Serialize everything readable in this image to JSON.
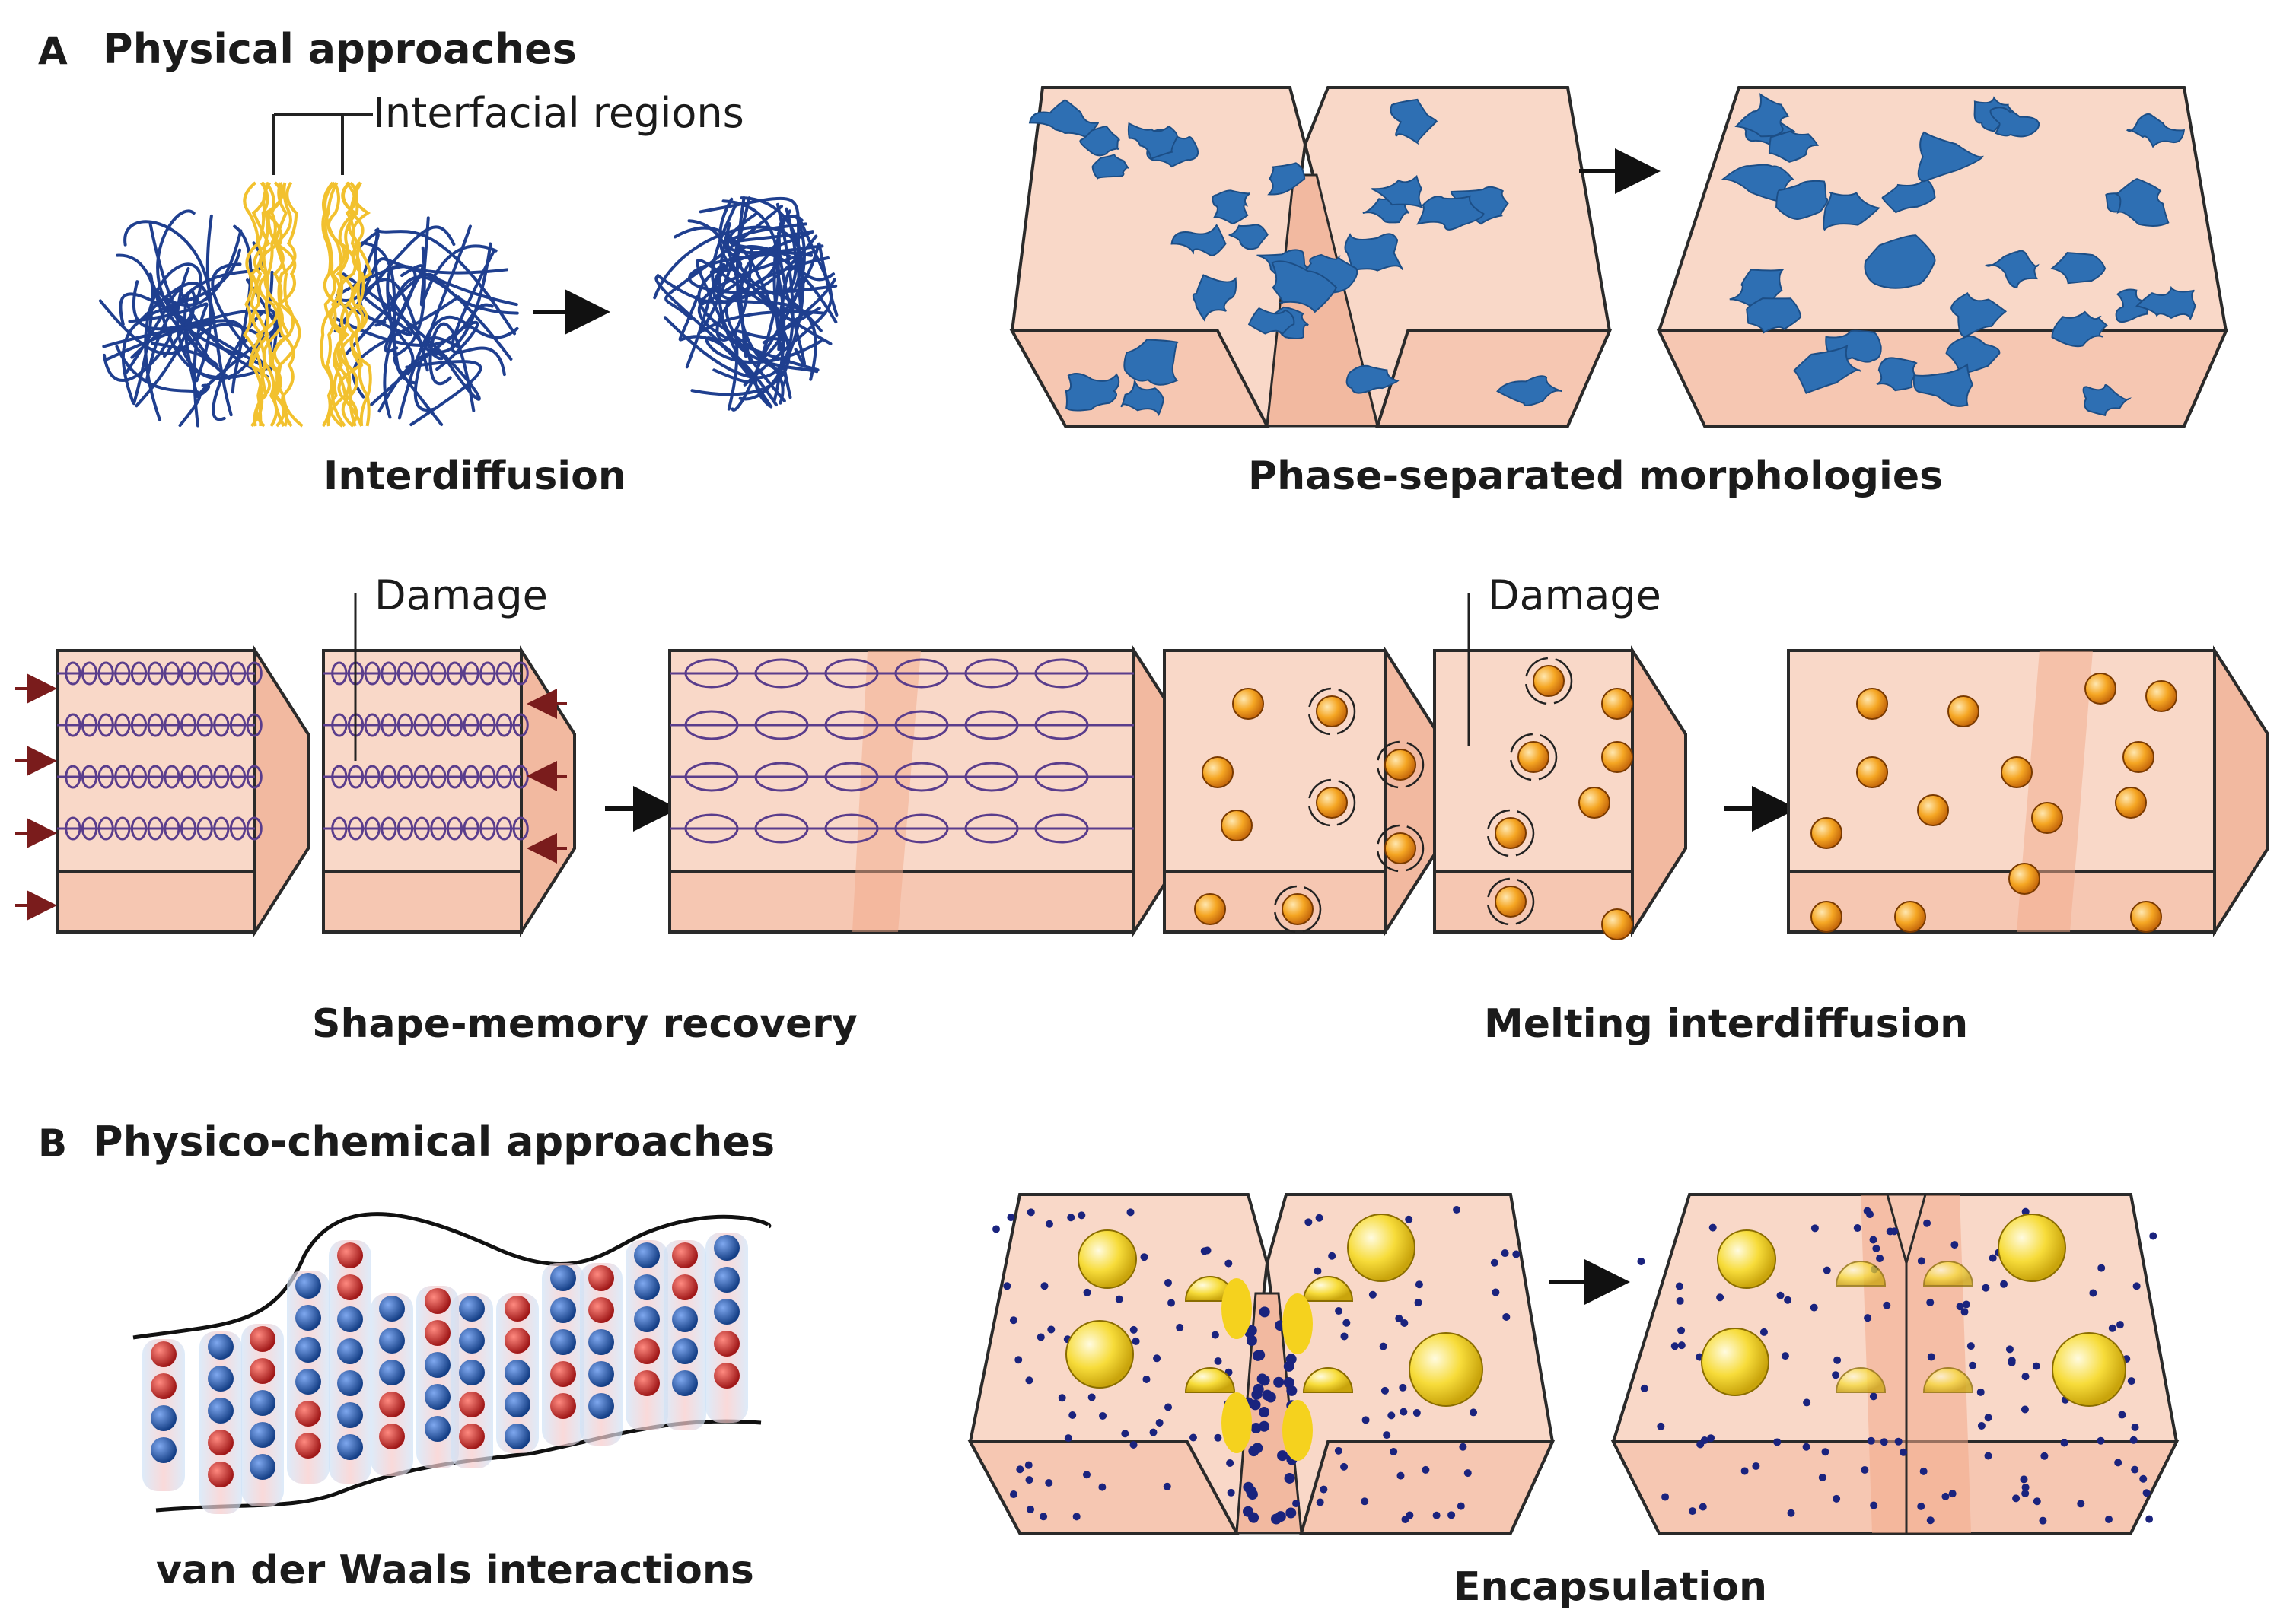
{
  "sections": {
    "a": {
      "letter": "A",
      "title": "Physical approaches"
    },
    "b": {
      "letter": "B",
      "title": "Physico-chemical approaches"
    }
  },
  "annotations": {
    "interfacial": "Interfacial regions",
    "damage_left": "Damage",
    "damage_right": "Damage"
  },
  "captions": {
    "interdiffusion": "Interdiffusion",
    "phase": "Phase-separated morphologies",
    "shape": "Shape-memory recovery",
    "melting": "Melting interdiffusion",
    "vdw": "van der Waals interactions",
    "encap": "Encapsulation"
  },
  "colors": {
    "block_top": "#f9d8c8",
    "block_side": "#f2b9a0",
    "block_front": "#f6c7b2",
    "edge": "#2a2a2a",
    "polymer_blue": "#1f3f8f",
    "polymer_yellow": "#f2c12e",
    "phase_blue": "#2e6fb3",
    "coil_purple": "#5a3d8c",
    "particle_orange": "#f39a1e",
    "bead_red": "#c62828",
    "bead_blue": "#1c4f9c",
    "capsule_yellow": "#f5d21e",
    "dot_navy": "#1a237e",
    "arrow": "#111111",
    "damage_arrow": "#7a1c1c"
  }
}
